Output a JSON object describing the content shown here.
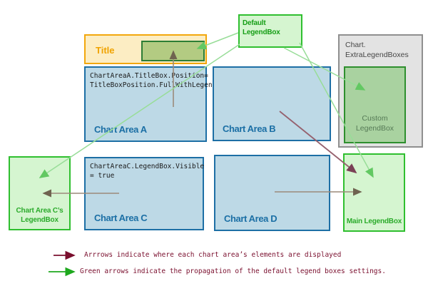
{
  "boxes": {
    "title": {
      "label": "Title"
    },
    "chart_area_a": {
      "label": "Chart Area A",
      "code": [
        "ChartAreaA.TitleBox.Position=",
        "TitleBoxPosition.FullWithLegend"
      ]
    },
    "chart_area_b": {
      "label": "Chart Area B"
    },
    "chart_area_c": {
      "label": "Chart Area C",
      "code": [
        "ChartAreaC.LegendBox.Visible",
        "= true"
      ]
    },
    "chart_area_d": {
      "label": "Chart Area D"
    },
    "default_legendbox": {
      "label": "Default LegendBox"
    },
    "extra_legendboxes": {
      "label": [
        "Chart.",
        "ExtraLegendBoxes"
      ],
      "custom_legendbox": {
        "label": [
          "Custom",
          "LegendBox"
        ]
      }
    },
    "chart_c_legendbox": {
      "label": [
        "Chart Area C’s",
        "LegendBox"
      ]
    },
    "main_legendbox": {
      "label": "Main LegendBox"
    }
  },
  "legend": {
    "line1": "Arrrows indicate where each chart area’s elements are displayed",
    "line2": "Green arrows indicate the propagation of the default legend boxes settings."
  },
  "colors": {
    "chart_area_fill": "#bdd9e6",
    "chart_area_border": "#1d6fa5",
    "chart_label_text": "#1b6fa5",
    "title_fill": "#fcedc3",
    "title_border": "#f2a70d",
    "title_text": "#f0a300",
    "title_inner_green_fill": "#b3cb82",
    "legendbox_fill": "#d5f5d0",
    "legendbox_border": "#2fbf2f",
    "legendbox_text": "#2bab2b",
    "custom_legendbox_fill": "#a9d2a0",
    "custom_legendbox_border": "#2e8f2e",
    "gray_box_fill": "#e3e3e3",
    "gray_box_border": "#8f8f8f",
    "element_arrow": "#9b8a7a",
    "element_arrow_maroon": "#95616e",
    "propagation_arrow_green": "#98dd98",
    "legend_text": "#7a0f2e",
    "legend_arrow_red": "#7a0f2e",
    "legend_arrow_green": "#1ea81e"
  }
}
